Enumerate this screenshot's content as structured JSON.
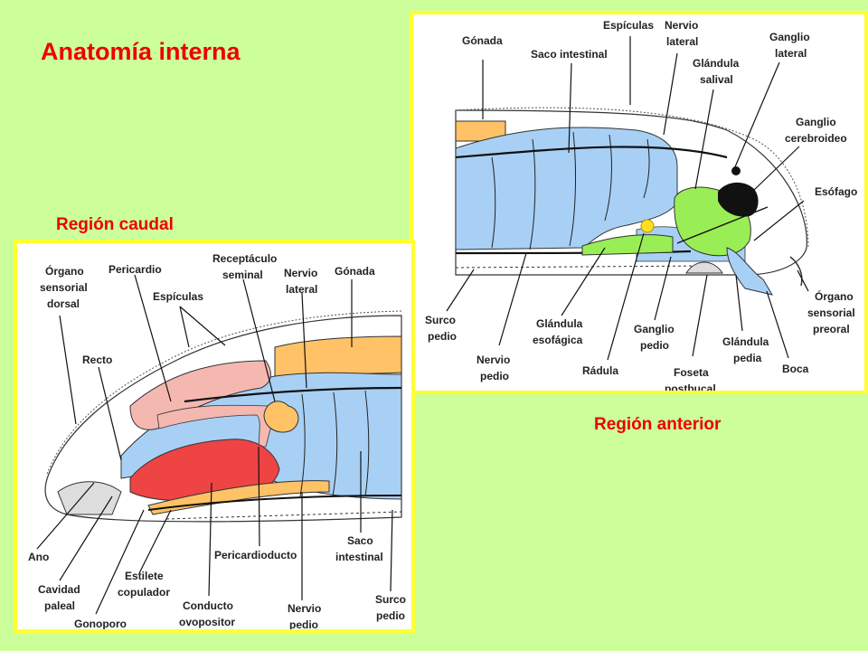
{
  "title": "Anatomía interna",
  "sections": {
    "caudal": "Región caudal",
    "anterior": "Región anterior"
  },
  "anterior": {
    "gonada": "Gónada",
    "espiculas": "Espículas",
    "nervio_lateral_1": "Nervio",
    "nervio_lateral_2": "lateral",
    "saco_intestinal": "Saco intestinal",
    "glandula_salival_1": "Glándula",
    "glandula_salival_2": "salival",
    "ganglio_lateral_1": "Ganglio",
    "ganglio_lateral_2": "lateral",
    "ganglio_cerebroideo_1": "Ganglio",
    "ganglio_cerebroideo_2": "cerebroideo",
    "esofago": "Esófago",
    "organo_preoral_1": "Órgano",
    "organo_preoral_2": "sensorial",
    "organo_preoral_3": "preoral",
    "surco_pedio_1": "Surco",
    "surco_pedio_2": "pedio",
    "nervio_pedio_1": "Nervio",
    "nervio_pedio_2": "pedio",
    "glandula_esofagica_1": "Glándula",
    "glandula_esofagica_2": "esofágica",
    "radula": "Rádula",
    "ganglio_pedio_1": "Ganglio",
    "ganglio_pedio_2": "pedio",
    "foseta_1": "Foseta",
    "foseta_2": "postbucal",
    "glandula_pedia_1": "Glándula",
    "glandula_pedia_2": "pedia",
    "boca": "Boca"
  },
  "caudal": {
    "organo_dorsal_1": "Órgano",
    "organo_dorsal_2": "sensorial",
    "organo_dorsal_3": "dorsal",
    "pericardio": "Pericardio",
    "receptaculo_1": "Receptáculo",
    "receptaculo_2": "seminal",
    "nervio_lateral_1": "Nervio",
    "nervio_lateral_2": "lateral",
    "gonada": "Gónada",
    "espiculas": "Espículas",
    "recto": "Recto",
    "ano": "Ano",
    "cavidad_1": "Cavidad",
    "cavidad_2": "paleal",
    "gonoporo": "Gonoporo",
    "estilete_1": "Estilete",
    "estilete_2": "copulador",
    "conducto_1": "Conducto",
    "conducto_2": "ovopositor",
    "pericardioducto": "Pericardioducto",
    "nervio_pedio_1": "Nervio",
    "nervio_pedio_2": "pedio",
    "saco_1": "Saco",
    "saco_2": "intestinal",
    "surco_1": "Surco",
    "surco_2": "pedio"
  },
  "colors": {
    "background": "#ccff99",
    "title": "#ee0000",
    "border": "#ffff33",
    "intestine": "#a8d0f5",
    "gonad": "#ffc266",
    "salivary": "#99ee55",
    "heart": "#ee4444",
    "pericardium": "#f5b8b0"
  }
}
